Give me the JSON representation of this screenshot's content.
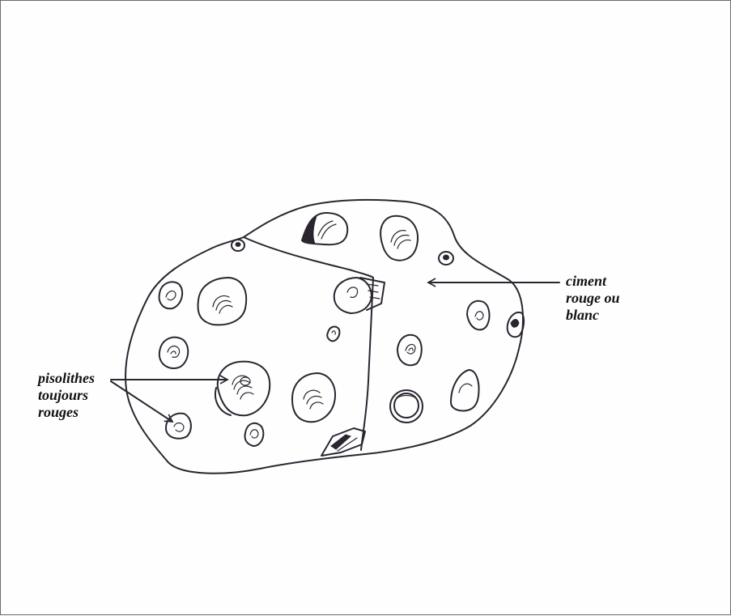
{
  "labels": {
    "pisolithes": [
      "pisolithes",
      "toujours",
      "rouges"
    ],
    "ciment": [
      "ciment",
      "rouge ou",
      "blanc"
    ]
  },
  "colors": {
    "ink": "#2b2530",
    "paper": "#fefefe",
    "frame": "#6a6a6a"
  }
}
